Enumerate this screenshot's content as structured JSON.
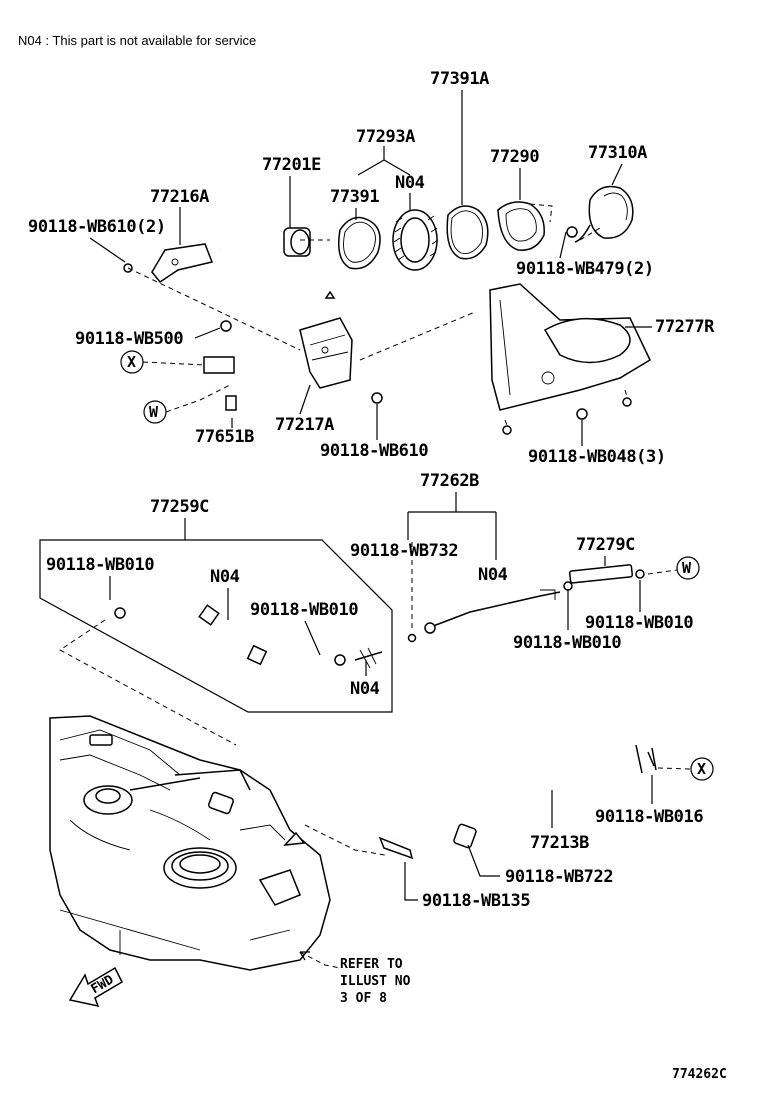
{
  "note": "N04 : This part is not available for service",
  "figure_id": "774262C",
  "reference_note": [
    "REFER TO",
    "ILLUST NO",
    "3 OF 8"
  ],
  "fwd_label": "FWD",
  "callouts": {
    "x": "X",
    "w": "W"
  },
  "parts": {
    "p77391A": "77391A",
    "p77293A": "77293A",
    "p77290": "77290",
    "p77310A": "77310A",
    "p77201E": "77201E",
    "p77391": "77391",
    "n04_a": "N04",
    "p77216A": "77216A",
    "wb610_2": "90118-WB610(2)",
    "wb479_2": "90118-WB479(2)",
    "wb500": "90118-WB500",
    "p77277R": "77277R",
    "p77217A": "77217A",
    "p77651B": "77651B",
    "wb610": "90118-WB610",
    "wb048_3": "90118-WB048(3)",
    "p77262B": "77262B",
    "p77259C": "77259C",
    "wb732": "90118-WB732",
    "p77279C": "77279C",
    "wb010_a": "90118-WB010",
    "n04_b": "N04",
    "n04_c": "N04",
    "wb010_b": "90118-WB010",
    "wb010_c": "90118-WB010",
    "wb010_d": "90118-WB010",
    "n04_d": "N04",
    "wb016": "90118-WB016",
    "p77213B": "77213B",
    "wb722": "90118-WB722",
    "wb135": "90118-WB135"
  }
}
